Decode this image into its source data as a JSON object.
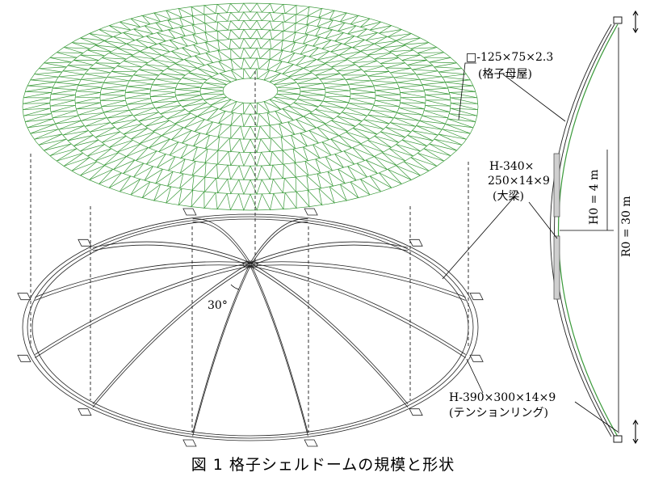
{
  "labels": {
    "purlin_section": "□-125×75×2.3",
    "purlin_name": "(格子母屋)",
    "beam_section_1": "H-340×",
    "beam_section_2": "250×14×9",
    "beam_name": "(大梁)",
    "ring_section": "H-390×300×14×9",
    "ring_name": "(テンションリング)",
    "angle": "30°",
    "height": "H0 = 4 m",
    "radius": "R0 = 30 m"
  },
  "caption": "図 1  格子シェルドームの規模と形状",
  "colors": {
    "lattice": "#3a9a3a",
    "structure": "#222222",
    "member_fill": "#cfcfcf"
  },
  "icons": [
    "up-down-arrow-icon",
    "support-icon"
  ]
}
